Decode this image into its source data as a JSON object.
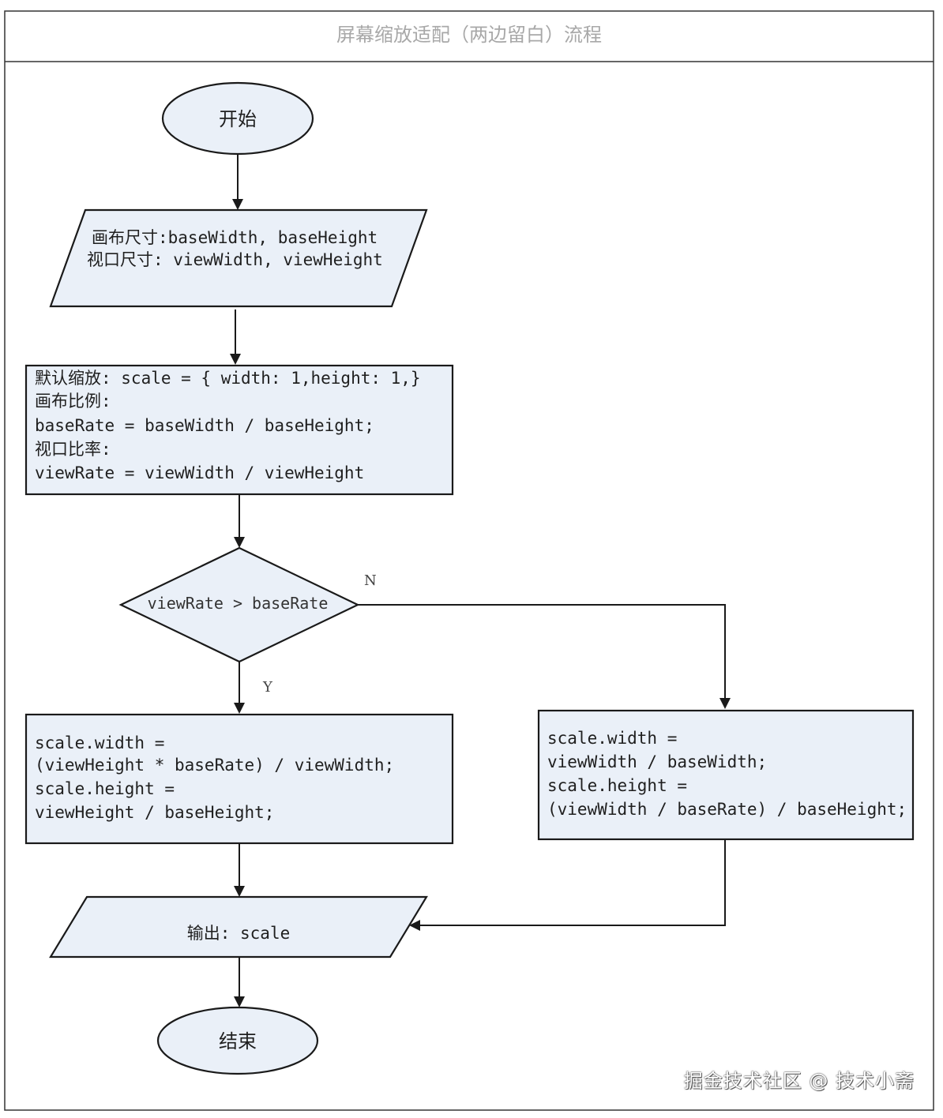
{
  "title": "屏幕缩放适配（两边留白）流程",
  "nodes": {
    "start": {
      "label": "开始"
    },
    "input": {
      "lines": [
        "画布尺寸:baseWidth, baseHeight",
        "视口尺寸: viewWidth, viewHeight"
      ]
    },
    "init": {
      "lines": [
        "默认缩放: scale = { width: 1,height: 1,}",
        "画布比例:",
        "baseRate = baseWidth / baseHeight;",
        "视口比率:",
        "viewRate = viewWidth / viewHeight"
      ]
    },
    "decision": {
      "label": "viewRate > baseRate"
    },
    "yes_branch": {
      "lines": [
        "scale.width =",
        "(viewHeight * baseRate) / viewWidth;",
        "scale.height =",
        "viewHeight / baseHeight;"
      ]
    },
    "no_branch": {
      "lines": [
        "scale.width =",
        "viewWidth / baseWidth;",
        "scale.height =",
        "(viewWidth / baseRate) / baseHeight;"
      ]
    },
    "output": {
      "label": "输出: scale"
    },
    "end": {
      "label": "结束"
    }
  },
  "edges": {
    "yes_label": "Y",
    "no_label": "N"
  },
  "watermark": "掘金技术社区 @ 技术小斋"
}
